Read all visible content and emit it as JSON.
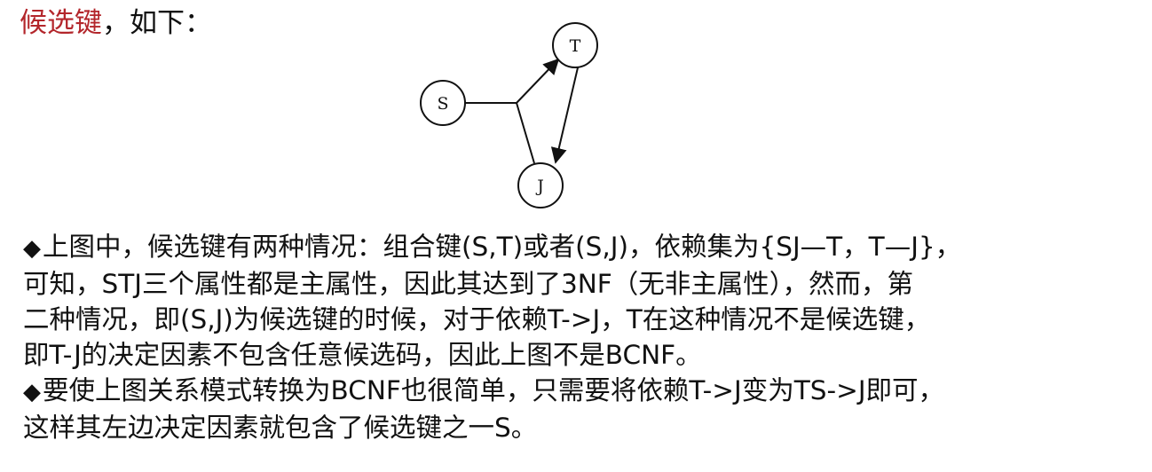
{
  "heading": {
    "highlight": "候选键",
    "rest": "，如下："
  },
  "diagram": {
    "nodes": {
      "s": "S",
      "t": "T",
      "j": "J"
    }
  },
  "paragraphs": {
    "bullet": "◆",
    "p1": {
      "line1": "上图中，候选键有两种情况：组合键(S,T)或者(S,J)，依赖集为{SJ—T，T—J}，",
      "line2": "可知，STJ三个属性都是主属性，因此其达到了3NF（无非主属性），然而，第",
      "line3": "二种情况，即(S,J)为候选键的时候，对于依赖T->J，T在这种情况不是候选键，",
      "line4": "即T-J的决定因素不包含任意候选码，因此上图不是BCNF。"
    },
    "p2": {
      "line1": "要使上图关系模式转换为BCNF也很简单，只需要将依赖T->J变为TS->J即可，",
      "line2": "这样其左边决定因素就包含了候选键之一S。"
    }
  }
}
